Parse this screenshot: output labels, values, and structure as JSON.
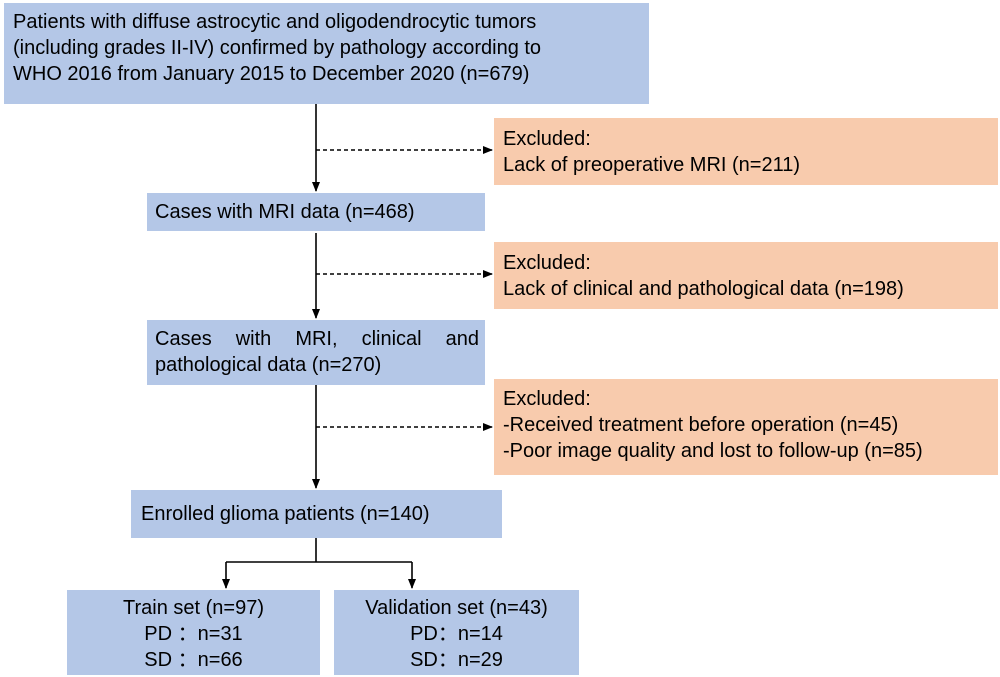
{
  "boxes": {
    "top": {
      "lines": [
        "Patients with diffuse astrocytic and oligodendrocytic tumors",
        "(including grades II-IV) confirmed by pathology according to",
        "WHO 2016 from January 2015 to December 2020 (n=679)"
      ]
    },
    "excluded1": {
      "lines": [
        "Excluded:",
        "Lack of preoperative MRI (n=211)"
      ]
    },
    "mri": {
      "lines": [
        "Cases with MRI data (n=468)"
      ]
    },
    "excluded2": {
      "lines": [
        "Excluded:",
        "Lack of clinical and pathological data (n=198)"
      ]
    },
    "clinical": {
      "lines": [
        "Cases with MRI, clinical and",
        "pathological data (n=270)"
      ]
    },
    "excluded3": {
      "lines": [
        "Excluded:",
        "-Received treatment before operation (n=45)",
        "-Poor image quality and lost to follow-up (n=85)"
      ]
    },
    "enrolled": {
      "lines": [
        "Enrolled glioma patients (n=140)"
      ]
    },
    "train": {
      "lines": [
        "Train set (n=97)",
        "PD ：n=31",
        "SD ：n=66"
      ]
    },
    "validation": {
      "lines": [
        "Validation set (n=43)",
        "PD：n=14",
        "SD：n=29"
      ]
    }
  },
  "colors": {
    "blue_box": "#b4c7e7",
    "orange_box": "#f8cbad"
  }
}
